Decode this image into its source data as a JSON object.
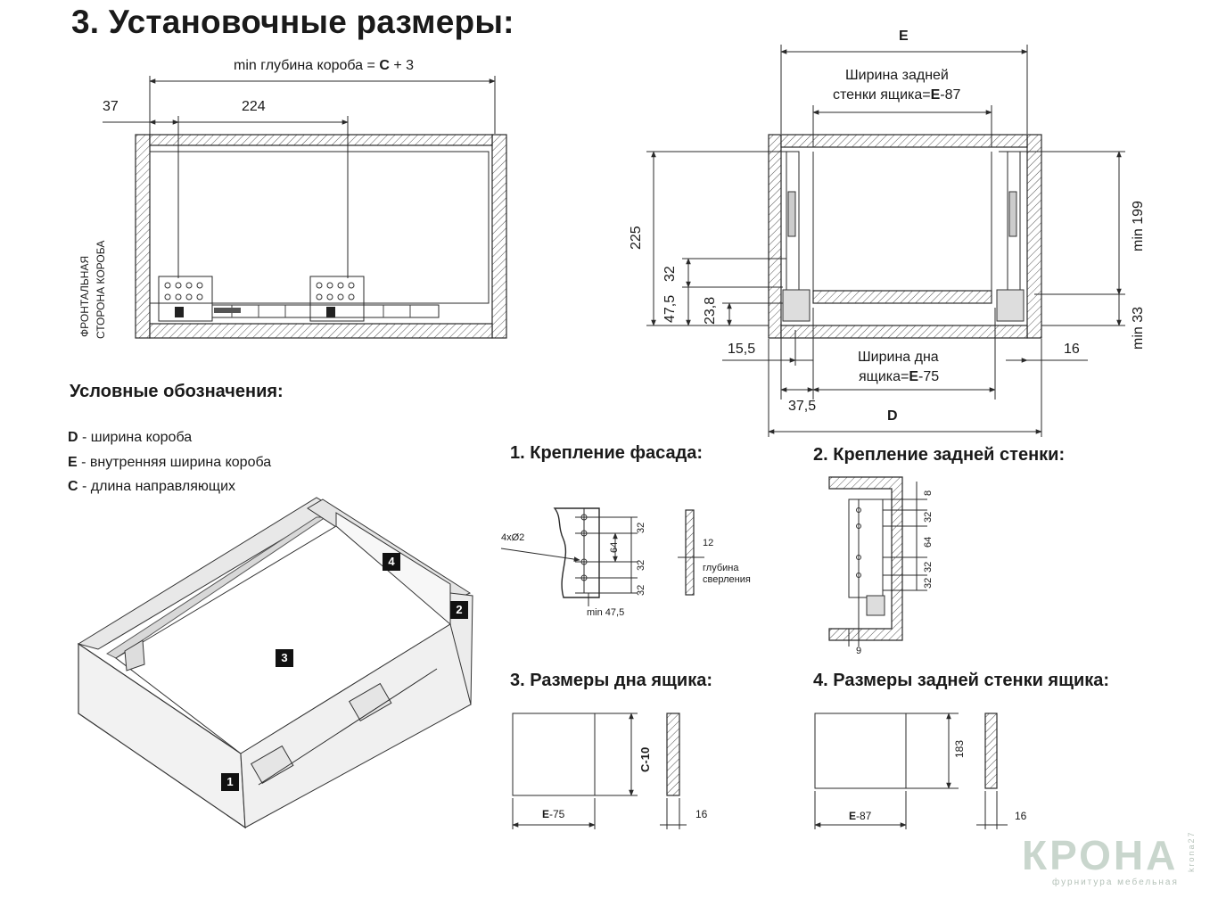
{
  "title": "3. Установочные размеры:",
  "left_drawing": {
    "min_depth_label": "min глубина короба = ",
    "min_depth_C": "C",
    "min_depth_suffix": " + 3",
    "dim_37": "37",
    "dim_224": "224",
    "front_side_line1": "ФРОНТАЛЬНАЯ",
    "front_side_line2": "СТОРОНА КОРОБА"
  },
  "right_drawing": {
    "E": "E",
    "back_wall_width_line1": "Ширина задней",
    "back_wall_width_line2_prefix": "стенки ящика=",
    "back_wall_width_line2_bold": "E",
    "back_wall_width_line2_suffix": "-87",
    "bottom_width_line1": "Ширина дна",
    "bottom_width_line2_prefix": "ящика=",
    "bottom_width_line2_bold": "E",
    "bottom_width_line2_suffix": "-75",
    "dim_225": "225",
    "dim_32": "32",
    "dim_47_5": "47,5",
    "dim_23_8": "23,8",
    "dim_min199": "min 199",
    "dim_min33": "min 33",
    "dim_15_5": "15,5",
    "dim_16": "16",
    "dim_37_5": "37,5",
    "D": "D"
  },
  "legend": {
    "heading": "Условные обозначения:",
    "items": [
      {
        "key": "D",
        "text": " - ширина короба"
      },
      {
        "key": "E",
        "text": " - внутренняя ширина короба"
      },
      {
        "key": "C",
        "text": " - длина направляющих"
      }
    ]
  },
  "drawer_3d": {
    "markers": [
      "1",
      "2",
      "3",
      "4"
    ]
  },
  "section1": {
    "heading": "1. Крепление фасада:",
    "holes": "4xØ2",
    "dim_32a": "32",
    "dim_64": "64",
    "dim_32b": "32",
    "dim_32c": "32",
    "dim_12": "12",
    "depth_line1": "глубина",
    "depth_line2": "сверления",
    "min_47_5": "min 47,5"
  },
  "section2": {
    "heading": "2. Крепление задней стенки:",
    "dim_8": "8",
    "dim_32a": "32",
    "dim_64": "64",
    "dim_32b": "32",
    "dim_32c": "32",
    "dim_9": "9"
  },
  "section3": {
    "heading": "3. Размеры дна ящика:",
    "height_label": "C-10",
    "width_bold": "E",
    "width_suffix": "-75",
    "thickness": "16"
  },
  "section4": {
    "heading": "4. Размеры задней стенки ящика:",
    "height_label": "183",
    "width_bold": "E",
    "width_suffix": "-87",
    "thickness": "16"
  },
  "brand": {
    "name": "КРОНА",
    "tagline": "фурнитура мебельная",
    "side": "krona27"
  }
}
